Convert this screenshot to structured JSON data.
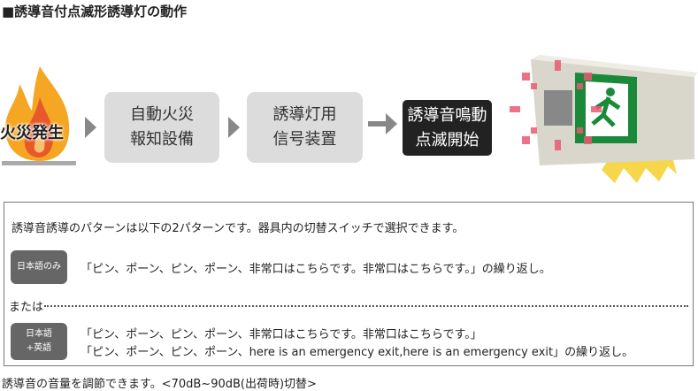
{
  "title": "■誘導音付点滅形誘導灯の動作",
  "flow": {
    "fire": "火災発生",
    "step1": [
      "自動火災",
      "報知設備"
    ],
    "step2": [
      "誘導灯用",
      "信号装置"
    ],
    "step3": [
      "誘導音鳴動",
      "点滅開始"
    ]
  },
  "info": {
    "intro": "誘導音誘導のパターンは以下の2パターンです。器具内の切替スイッチで選択できます。",
    "pattern1_tag": "日本語のみ",
    "pattern1_text": "「ピン、ポーン、ピン、ポーン、非常口はこちらです。非常口はこちらです。」の繰り返し。",
    "or": "または",
    "pattern2_tag": [
      "日本語",
      "+英語"
    ],
    "pattern2_text": [
      "「ピン、ポーン、ピン、ポーン、非常口はこちらです。非常口はこちらです。」",
      "「ピン、ポーン、ピン、ポーン、here is an emergency exit,here is an emergency exit」の繰り返し。"
    ]
  },
  "footer": "誘導音の音量を調節できます。<70dB~90dB(出荷時)切替>",
  "colors": {
    "flame_outer": "#f5a623",
    "flame_inner": "#e8592a",
    "box": "#dcdcdc",
    "sign_green": "#1a8a3a",
    "blink": "#e85a74"
  }
}
